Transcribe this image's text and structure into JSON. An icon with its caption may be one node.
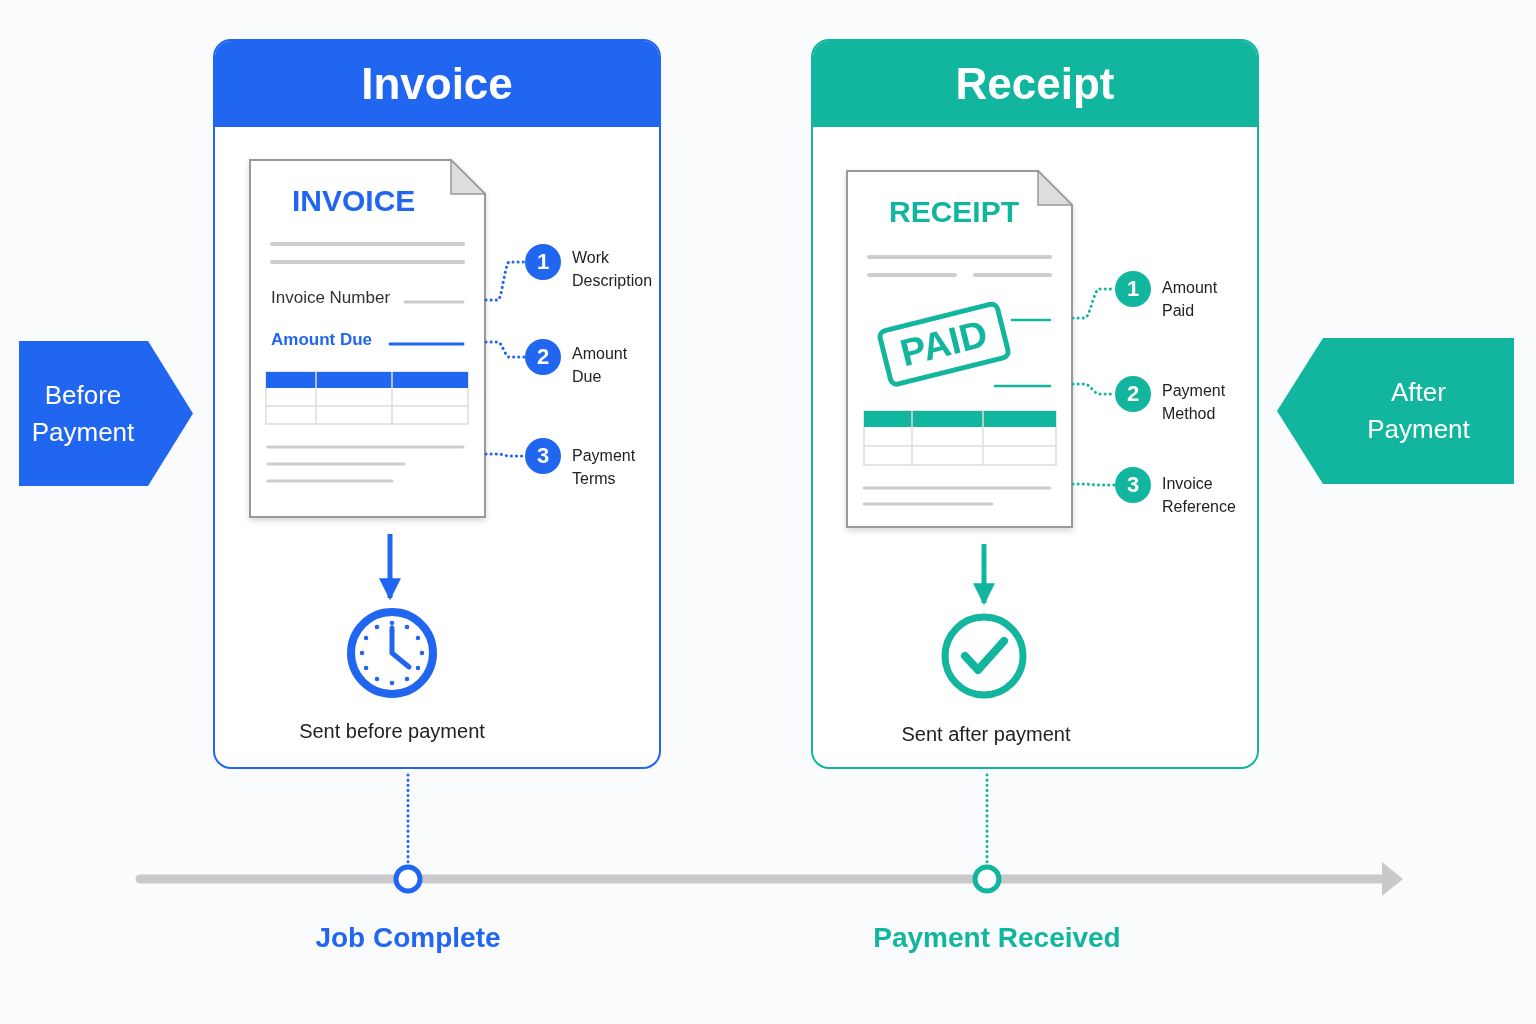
{
  "diagram": {
    "nodes": [
      {
        "text": [
          "Invoice"
        ]
      },
      {
        "text": [
          "INVOICE",
          "Invoice Number",
          "Amount Due"
        ],
        "in": 0
      },
      {
        "text": [
          "1"
        ],
        "beside": [
          "Work Description"
        ],
        "in": 0
      },
      {
        "text": [
          "2"
        ],
        "beside": [
          "Amount Due"
        ],
        "in": 0
      },
      {
        "text": [
          "3"
        ],
        "beside": [
          "Payment Terms"
        ],
        "in": 0
      },
      {
        "text": [],
        "shape": "clock",
        "beside": [
          "Sent before payment"
        ],
        "in": 0
      },
      {
        "text": [
          "Receipt"
        ]
      },
      {
        "text": [
          "RECEIPT",
          "PAID"
        ],
        "in": 6
      },
      {
        "text": [
          "1"
        ],
        "beside": [
          "Amount Paid"
        ],
        "in": 6
      },
      {
        "text": [
          "2"
        ],
        "beside": [
          "Payment Method"
        ],
        "in": 6
      },
      {
        "text": [
          "3"
        ],
        "beside": [
          "Invoice Reference"
        ],
        "in": 6
      },
      {
        "text": [],
        "shape": "checkmark",
        "beside": [
          "Sent after payment"
        ],
        "in": 6
      },
      {
        "text": [
          "Before Payment"
        ]
      },
      {
        "text": [
          "After Payment"
        ]
      },
      {
        "text": [],
        "shape": "circle",
        "beside": [
          "Job Complete"
        ]
      },
      {
        "text": [],
        "shape": "circle",
        "beside": [
          "Payment Received"
        ]
      }
    ],
    "edges": [
      {
        "from": 1,
        "to": 2,
        "arrow": "none",
        "style": "dashed",
        "color": "#2166f0"
      },
      {
        "from": 1,
        "to": 3,
        "arrow": "none",
        "style": "dashed",
        "color": "#2166f0"
      },
      {
        "from": 1,
        "to": 4,
        "arrow": "none",
        "style": "dashed",
        "color": "#2166f0"
      },
      {
        "from": 1,
        "to": 5,
        "arrow": "to",
        "color": "#2166f0"
      },
      {
        "from": 7,
        "to": 8,
        "arrow": "none",
        "style": "dashed",
        "color": "#12b59e"
      },
      {
        "from": 7,
        "to": 9,
        "arrow": "none",
        "style": "dashed",
        "color": "#12b59e"
      },
      {
        "from": 7,
        "to": 10,
        "arrow": "none",
        "style": "dashed",
        "color": "#12b59e"
      },
      {
        "from": 7,
        "to": 11,
        "arrow": "to",
        "color": "#12b59e"
      },
      {
        "from": 0,
        "to": 14,
        "arrow": "none",
        "style": "dashed",
        "color": "#2166f0"
      },
      {
        "from": 6,
        "to": 15,
        "arrow": "none",
        "style": "dashed",
        "color": "#12b59e"
      }
    ]
  }
}
